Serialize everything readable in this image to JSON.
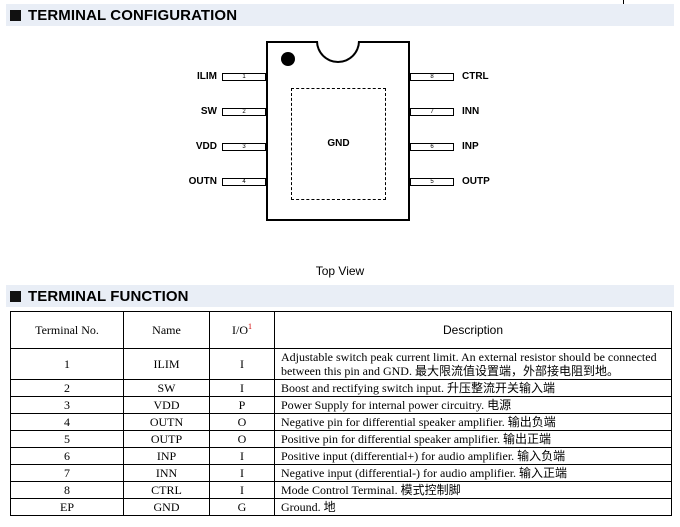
{
  "sections": {
    "config_title": "TERMINAL CONFIGURATION",
    "function_title": "TERMINAL FUNCTION"
  },
  "diagram": {
    "pad_label": "GND",
    "view_label": "Top View",
    "left_pins": [
      {
        "num": "1",
        "name": "ILIM"
      },
      {
        "num": "2",
        "name": "SW"
      },
      {
        "num": "3",
        "name": "VDD"
      },
      {
        "num": "4",
        "name": "OUTN"
      }
    ],
    "right_pins": [
      {
        "num": "8",
        "name": "CTRL"
      },
      {
        "num": "7",
        "name": "INN"
      },
      {
        "num": "6",
        "name": "INP"
      },
      {
        "num": "5",
        "name": "OUTP"
      }
    ]
  },
  "table": {
    "headers": {
      "terminal_no": "Terminal No.",
      "name": "Name",
      "io": "I/O",
      "io_note": "1",
      "description": "Description"
    },
    "rows": [
      {
        "no": "1",
        "name": "ILIM",
        "io": "I",
        "desc": "Adjustable switch peak current limit. An external resistor should be connected between this pin and GND. 最大限流值设置端，外部接电阻到地。"
      },
      {
        "no": "2",
        "name": "SW",
        "io": "I",
        "desc": "Boost and rectifying switch input. 升压整流开关输入端"
      },
      {
        "no": "3",
        "name": "VDD",
        "io": "P",
        "desc": "Power Supply for internal power circuitry. 电源"
      },
      {
        "no": "4",
        "name": "OUTN",
        "io": "O",
        "desc": "Negative pin for differential speaker amplifier. 输出负端"
      },
      {
        "no": "5",
        "name": "OUTP",
        "io": "O",
        "desc": "Positive pin for differential speaker amplifier. 输出正端"
      },
      {
        "no": "6",
        "name": "INP",
        "io": "I",
        "desc": "Positive input (differential+) for audio amplifier. 输入负端"
      },
      {
        "no": "7",
        "name": "INN",
        "io": "I",
        "desc": "Negative input (differential-) for audio amplifier. 输入正端"
      },
      {
        "no": "8",
        "name": "CTRL",
        "io": "I",
        "desc": "Mode Control Terminal. 模式控制脚"
      },
      {
        "no": "EP",
        "name": "GND",
        "io": "G",
        "desc": "Ground. 地"
      }
    ]
  }
}
